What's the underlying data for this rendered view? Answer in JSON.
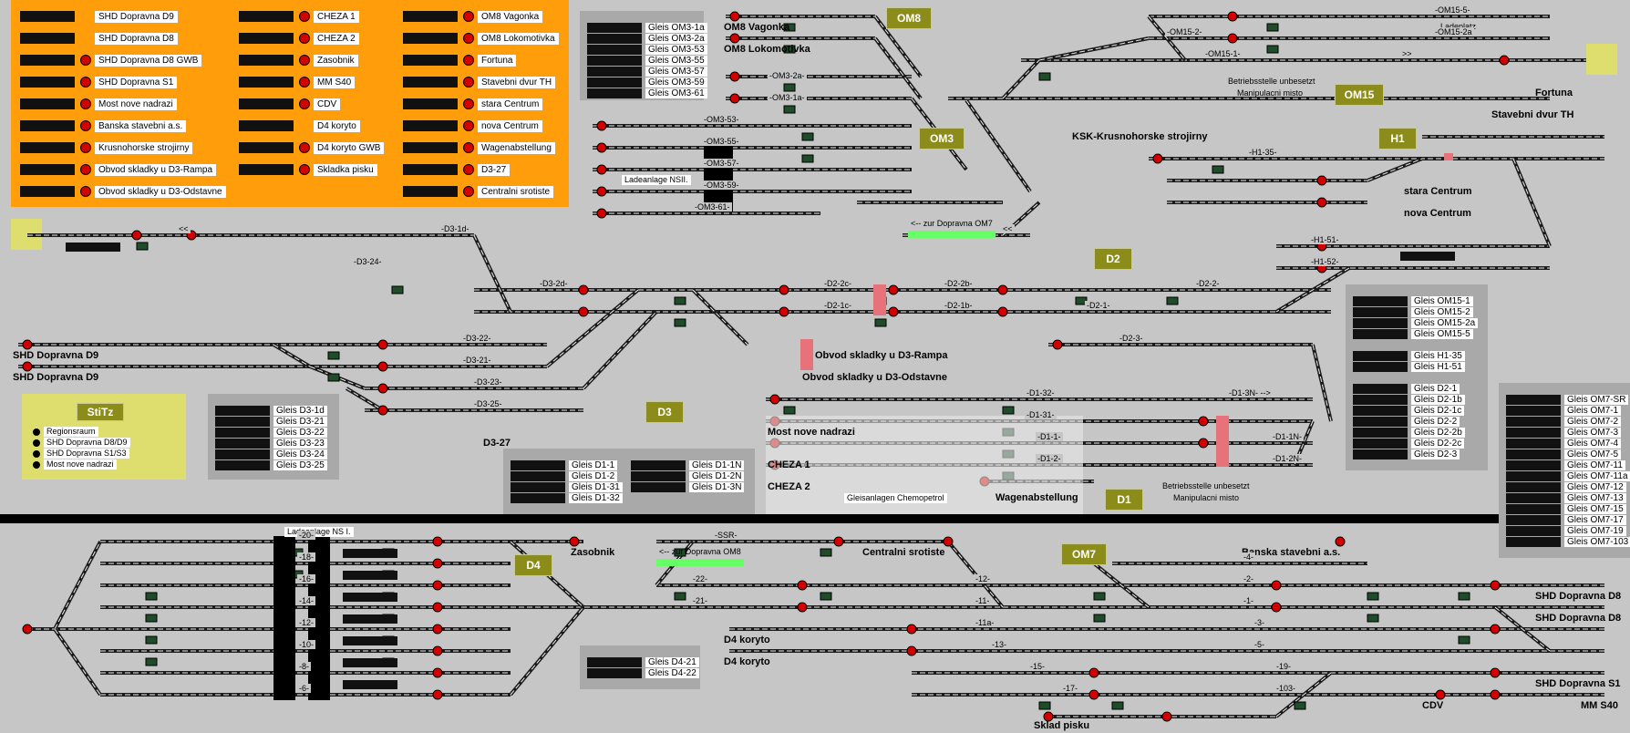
{
  "orange_items": [
    {
      "label": "SHD Dopravna D9",
      "dot": false
    },
    {
      "label": "SHD Dopravna D8",
      "dot": false
    },
    {
      "label": "SHD Dopravna D8 GWB",
      "dot": true
    },
    {
      "label": "SHD Dopravna S1",
      "dot": true
    },
    {
      "label": "Most nove nadrazi",
      "dot": true
    },
    {
      "label": "Banska stavebni a.s.",
      "dot": true
    },
    {
      "label": "Krusnohorske strojirny",
      "dot": true
    },
    {
      "label": "Obvod skladky u D3-Rampa",
      "dot": true
    },
    {
      "label": "Obvod skladky u D3-Odstavne",
      "dot": true
    },
    {
      "label": "CHEZA 1",
      "dot": true
    },
    {
      "label": "CHEZA 2",
      "dot": true
    },
    {
      "label": "Zasobnik",
      "dot": true
    },
    {
      "label": "MM S40",
      "dot": true
    },
    {
      "label": "CDV",
      "dot": true
    },
    {
      "label": "D4 koryto",
      "dot": false
    },
    {
      "label": "D4 koryto GWB",
      "dot": true
    },
    {
      "label": "Skladka pisku",
      "dot": true
    },
    {
      "label": "OM8 Vagonka",
      "dot": true
    },
    {
      "label": "OM8 Lokomotivka",
      "dot": true
    },
    {
      "label": "Fortuna",
      "dot": true
    },
    {
      "label": "Stavebni dvur TH",
      "dot": true
    },
    {
      "label": "stara Centrum",
      "dot": true
    },
    {
      "label": "nova Centrum",
      "dot": true
    },
    {
      "label": "Wagenabstellung",
      "dot": true
    },
    {
      "label": "D3-27",
      "dot": true
    },
    {
      "label": "Centralni srotiste",
      "dot": true
    }
  ],
  "gleis_om3": [
    "Gleis OM3-1a",
    "Gleis OM3-2a",
    "Gleis OM3-53",
    "Gleis OM3-55",
    "Gleis OM3-57",
    "Gleis OM3-59",
    "Gleis OM3-61"
  ],
  "gleis_d3": [
    "Gleis D3-1d",
    "Gleis D3-21",
    "Gleis D3-22",
    "Gleis D3-23",
    "Gleis D3-24",
    "Gleis D3-25"
  ],
  "gleis_d1a": [
    "Gleis D1-1",
    "Gleis D1-2",
    "Gleis D1-31",
    "Gleis D1-32"
  ],
  "gleis_d1b": [
    "Gleis D1-1N",
    "Gleis D1-2N",
    "Gleis D1-3N"
  ],
  "gleis_om15": [
    "Gleis OM15-1",
    "Gleis OM15-2",
    "Gleis OM15-2a",
    "Gleis OM15-5"
  ],
  "gleis_h1": [
    "Gleis H1-35",
    "Gleis H1-51"
  ],
  "gleis_d2": [
    "Gleis D2-1",
    "Gleis D2-1b",
    "Gleis D2-1c",
    "Gleis D2-2",
    "Gleis D2-2b",
    "Gleis D2-2c",
    "Gleis D2-3"
  ],
  "gleis_om7": [
    "Gleis OM7-SR",
    "Gleis OM7-1",
    "Gleis OM7-2",
    "Gleis OM7-3",
    "Gleis OM7-4",
    "Gleis OM7-5",
    "Gleis OM7-11",
    "Gleis OM7-11a",
    "Gleis OM7-12",
    "Gleis OM7-13",
    "Gleis OM7-15",
    "Gleis OM7-17",
    "Gleis OM7-19",
    "Gleis OM7-103"
  ],
  "gleis_d4": [
    "Gleis D4-21",
    "Gleis D4-22"
  ],
  "stitz": {
    "title": "StiTz",
    "items": [
      "Regionsraum",
      "SHD Dopravna D8/D9",
      "SHD Dopravna S1/S3",
      "Most nove nadrazi"
    ]
  },
  "badges": [
    "OM8",
    "OM3",
    "OM15",
    "H1",
    "D2",
    "D3",
    "D1",
    "D4",
    "OM7"
  ],
  "stations": {
    "om8_vagonka": "OM8 Vagonka",
    "om8_loko": "OM8 Lokomotivka",
    "ksk": "KSK-Krusnohorske strojirny",
    "fortuna": "Fortuna",
    "stavebni": "Stavebni dvur TH",
    "stara": "stara Centrum",
    "nova": "nova Centrum",
    "d9a": "SHD Dopravna D9",
    "d9b": "SHD Dopravna D9",
    "rampa": "Obvod skladky u D3-Rampa",
    "odstavne": "Obvod skladky u D3-Odstavne",
    "d327": "D3-27",
    "most": "Most nove nadrazi",
    "cheza1": "CHEZA 1",
    "cheza2": "CHEZA 2",
    "wagen": "Wagenabstellung",
    "zasobnik": "Zasobnik",
    "srotiste": "Centralni srotiste",
    "banska": "Banska stavebni a.s.",
    "d8a": "SHD Dopravna D8",
    "d8b": "SHD Dopravna D8",
    "s1": "SHD Dopravna S1",
    "mms40": "MM S40",
    "cdv": "CDV",
    "d4k1": "D4 koryto",
    "d4k2": "D4 koryto",
    "pisku": "Sklad pisku",
    "ladeplatz": "Ladeplatz"
  },
  "notes": {
    "lade_nsii": "Ladeanlage NSII.",
    "zur_om7": "<-- zur Dopravna OM7",
    "zur_om8": "<-- zur Dopravna OM8",
    "betrieb1": "Betriebsstelle unbesetzt",
    "manip1": "Manipulacni misto",
    "betrieb2": "Betriebsstelle unbesetzt",
    "manip2": "Manipulacni misto",
    "chemo": "Gleisanlagen Chemopetrol",
    "lade_nsi": "Ladeanlage NS I."
  },
  "tracks": {
    "om15_5": "-OM15-5-",
    "om15_2a": "-OM15-2a",
    "om15_2": "-OM15-2-",
    "om15_1": "-OM15-1-",
    "om3_2a": "-OM3-2a-",
    "om3_1a": "-OM3-1a-",
    "om3_53": "-OM3-53-",
    "om3_55": "-OM3-55-",
    "om3_57": "-OM3-57-",
    "om3_59": "-OM3-59-",
    "om3_61": "-OM3-61-",
    "h1_35": "-H1-35-",
    "h1_51": "-H1-51-",
    "h1_52": "-H1-52-",
    "d3_1d": "-D3-1d-",
    "d3_24": "-D3-24-",
    "d3_2d": "-D3-2d-",
    "d3_22": "-D3-22-",
    "d3_21": "-D3-21-",
    "d3_23": "-D3-23-",
    "d3_25": "-D3-25-",
    "d2_2c": "-D2-2c-",
    "d2_1c": "-D2-1c-",
    "d2_2b": "-D2-2b-",
    "d2_1b": "-D2-1b-",
    "d2_1": "-D2-1-",
    "d2_2": "-D2-2-",
    "d2_3": "-D2-3-",
    "d1_32": "-D1-32-",
    "d1_31": "-D1-31-",
    "d1_1": "-D1-1-",
    "d1_2": "-D1-2-",
    "d1_3n": "-D1-3N- -->",
    "d1_1n": "-D1-1N-",
    "d1_2n": "-D1-2N-",
    "ssr": "-SSR-",
    "t20": "-20-",
    "t18": "-18-",
    "t16": "-16-",
    "t14": "-14-",
    "t12": "-12-",
    "t10": "-10-",
    "t8": "-8-",
    "t6": "-6-",
    "t22": "-22-",
    "t21": "-21-",
    "t12b": "-12-",
    "t11": "-11-",
    "t11a": "-11a-",
    "t13": "-13-",
    "t15": "-15-",
    "t17": "-17-",
    "t19": "-19-",
    "t103": "-103-",
    "t4": "-4-",
    "t2": "-2-",
    "t1": "-1-",
    "t3": "-3-",
    "t5": "-5-",
    "arr1": "<<",
    "arr2": "<<",
    "arr3": ">>"
  }
}
